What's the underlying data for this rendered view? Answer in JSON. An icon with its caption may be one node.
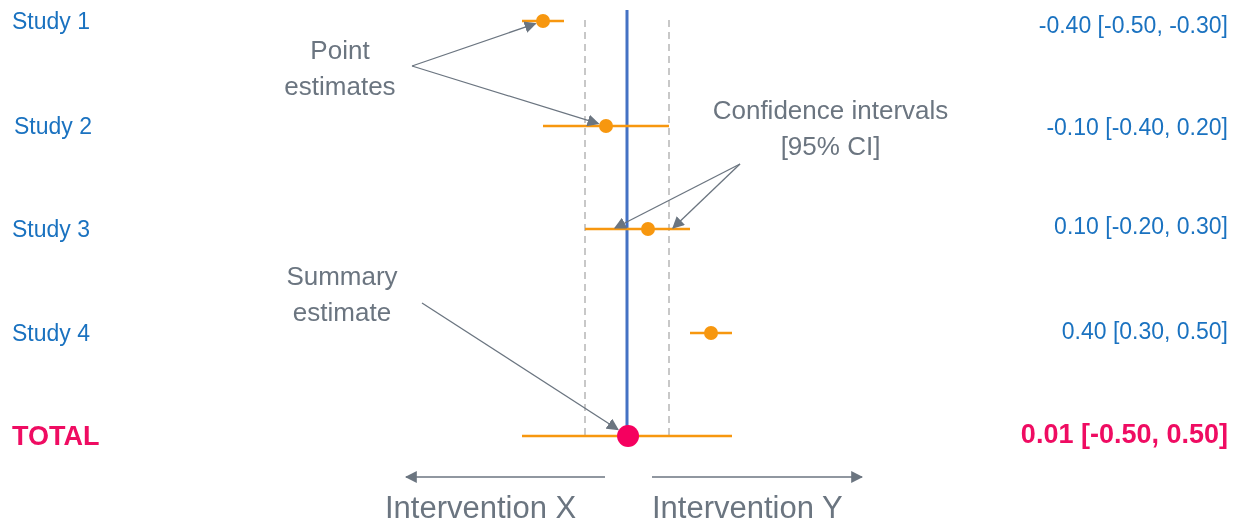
{
  "diagram": {
    "nodes": [
      {
        "text": [
          "Point estimates"
        ]
      },
      {
        "text": [
          "Confidence intervals [95% CI]"
        ]
      },
      {
        "text": [
          "Summary estimate"
        ]
      },
      {
        "text": [],
        "shape": "circle"
      },
      {
        "text": [],
        "shape": "circle"
      },
      {
        "text": [],
        "shape": "bar"
      },
      {
        "text": [],
        "shape": "circle"
      },
      {
        "text": [],
        "shape": "circle"
      },
      {
        "text": [],
        "shape": "circle"
      }
    ],
    "edges": [
      {
        "from": 0,
        "to": 3,
        "arrow": "to"
      },
      {
        "from": 0,
        "to": 4,
        "arrow": "to"
      },
      {
        "from": 1,
        "to": 5,
        "arrow": "to"
      },
      {
        "from": 1,
        "to": 5,
        "arrow": "to"
      },
      {
        "from": 2,
        "to": 8,
        "arrow": "to"
      }
    ],
    "labels": [
      "Study 1",
      "-0.40 [-0.50, -0.30]",
      "Study 2",
      "-0.10 [-0.40, 0.20]",
      "Study 3",
      "0.10 [-0.20, 0.30]",
      "Study 4",
      "0.40 [0.30, 0.50]",
      "TOTAL",
      "0.01 [-0.50, 0.50]",
      "Intervention X",
      "Intervention Y"
    ]
  }
}
